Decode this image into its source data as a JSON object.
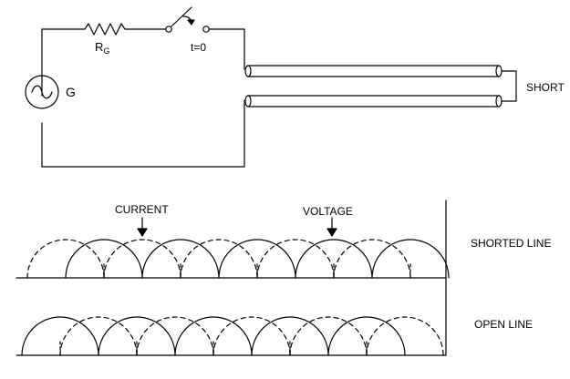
{
  "circuit": {
    "resistor_label": "R",
    "resistor_subscript": "G",
    "generator_label": "G",
    "switch_label": "t=0",
    "load_label": "SHORT"
  },
  "waves": {
    "current_label": "CURRENT",
    "voltage_label": "VOLTAGE",
    "shorted_line_label": "SHORTED LINE",
    "open_line_label": "OPEN LINE"
  }
}
